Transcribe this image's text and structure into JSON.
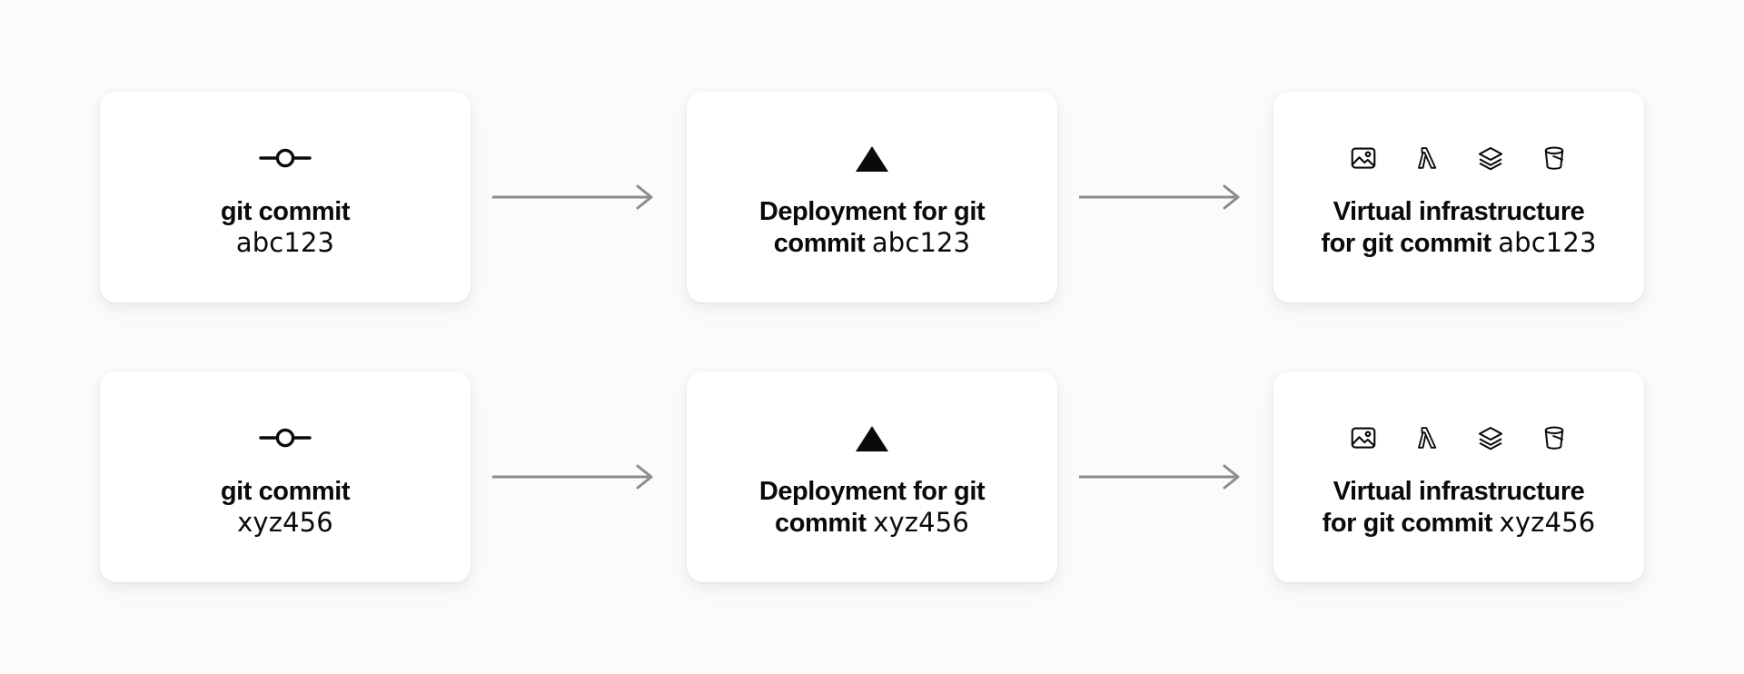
{
  "diagram": {
    "title": "git commit to deployment to virtual infrastructure flow",
    "background_color": "#fbfbfb",
    "card_color": "#ffffff",
    "text_color": "#0a0a0a",
    "arrow_color": "#8c8c8c"
  },
  "labels": {
    "commit_prefix": "git commit",
    "deployment_prefix": "Deployment for git commit",
    "infrastructure_prefix": "Virtual infrastructure for git commit",
    "deployment_line1": "Deployment for git",
    "deployment_line2": "commit",
    "infrastructure_line1": "Virtual infrastructure",
    "infrastructure_line2": "for git commit"
  },
  "icons": {
    "commit": "git-commit-icon",
    "deployment": "vercel-triangle-icon",
    "infrastructure": [
      "image-icon",
      "lambda-icon",
      "layers-icon",
      "bucket-icon"
    ]
  },
  "rows": [
    {
      "commit_hash": "abc123",
      "steps": [
        {
          "step": "commit",
          "label": "git commit",
          "value": "abc123"
        },
        {
          "step": "deployment",
          "label": "Deployment for git commit",
          "value": "abc123"
        },
        {
          "step": "infrastructure",
          "label": "Virtual infrastructure for git commit",
          "value": "abc123"
        }
      ]
    },
    {
      "commit_hash": "xyz456",
      "steps": [
        {
          "step": "commit",
          "label": "git commit",
          "value": "xyz456"
        },
        {
          "step": "deployment",
          "label": "Deployment for git commit",
          "value": "xyz456"
        },
        {
          "step": "infrastructure",
          "label": "Virtual infrastructure for git commit",
          "value": "xyz456"
        }
      ]
    }
  ]
}
